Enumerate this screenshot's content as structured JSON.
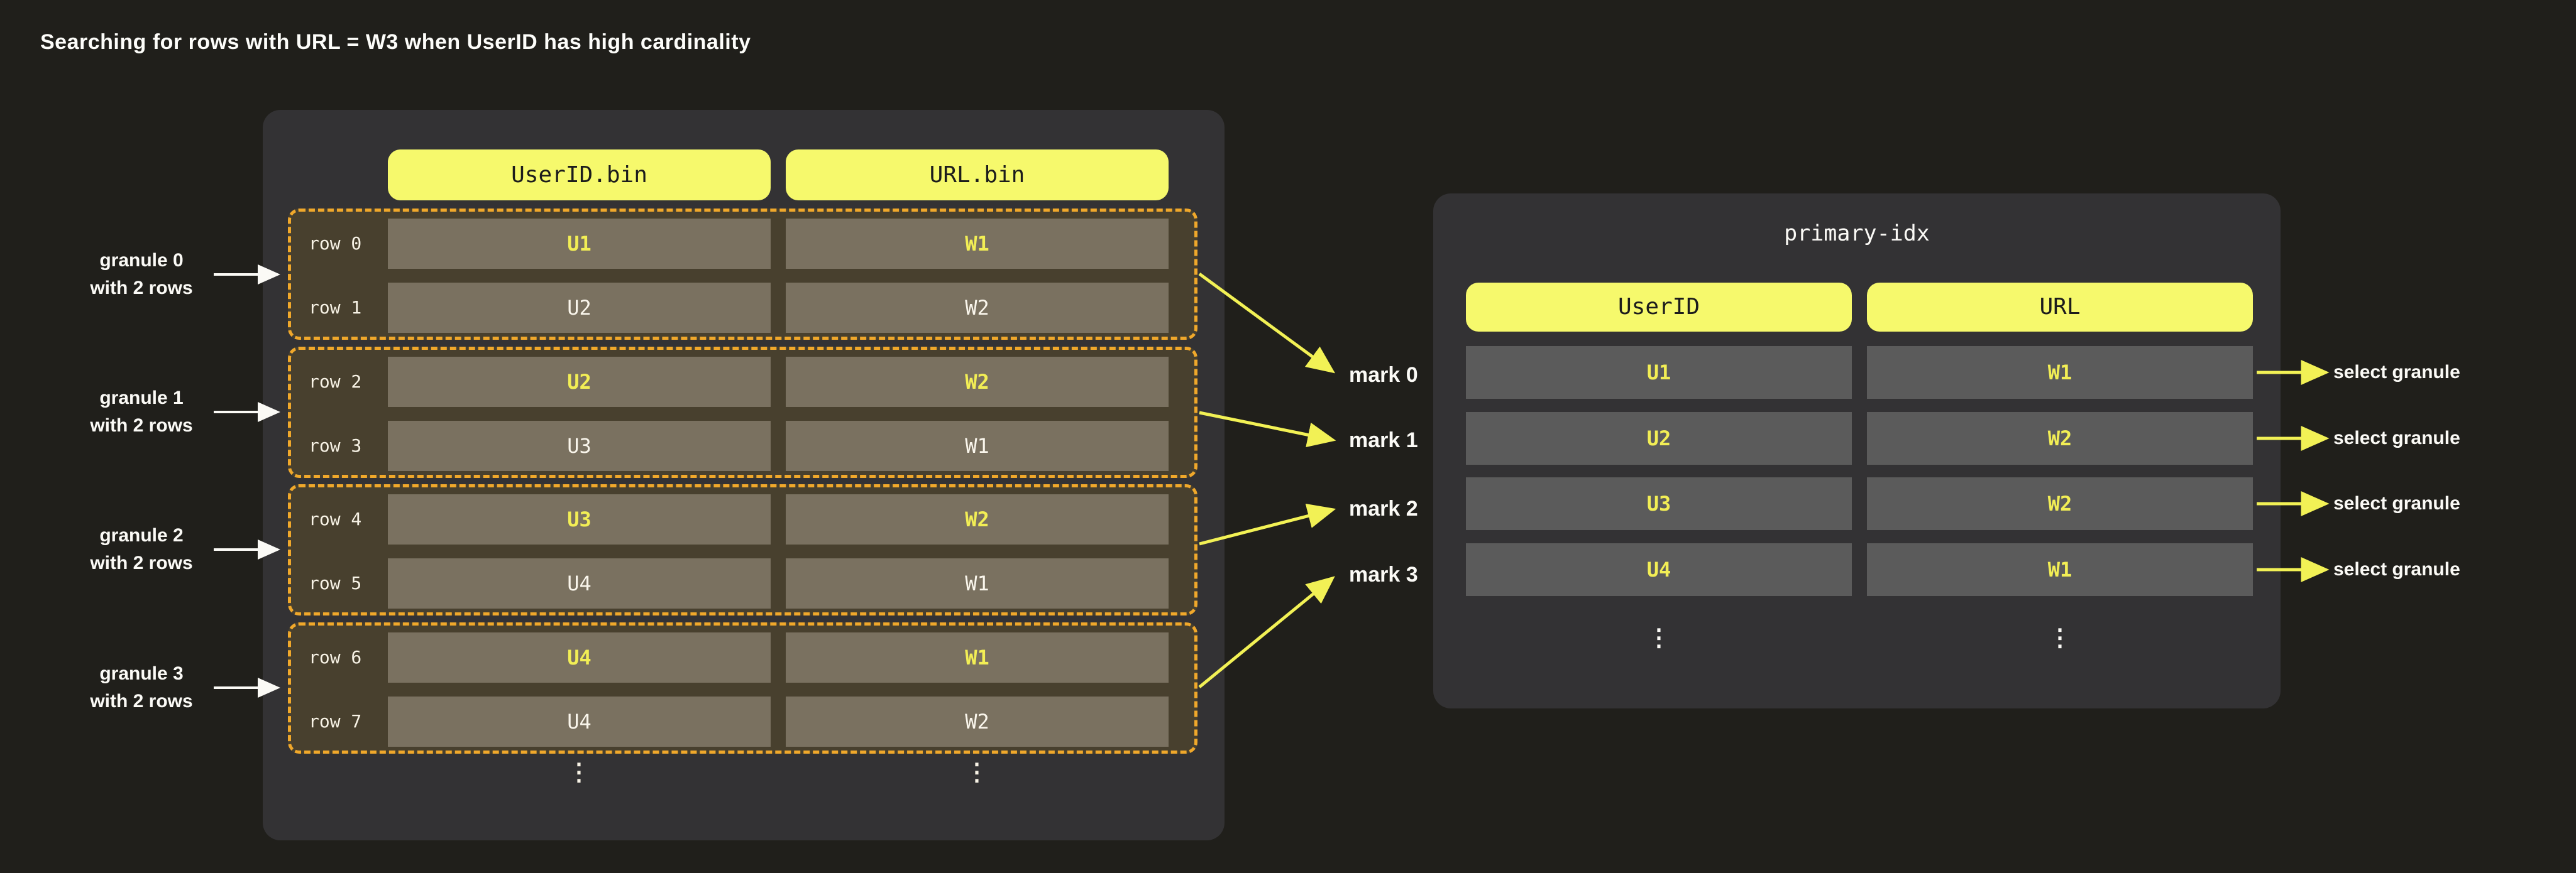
{
  "title": "Searching for rows with URL = W3 when UserID has high cardinality",
  "colors": {
    "background": "#201F1B",
    "panel": "#333234",
    "header_pill": "#F6F96C",
    "granule_fill": "#48402E",
    "granule_border": "#F0A82B",
    "bin_cell": "#7A7160",
    "idx_cell": "#5B5B5B",
    "highlight_text": "#F2EE55",
    "arrow_yellow": "#F2F155",
    "arrow_white": "#FBFAF6"
  },
  "bin_table": {
    "columns": [
      "UserID.bin",
      "URL.bin"
    ],
    "ellipsis": "⋮",
    "granules": [
      {
        "label_line1": "granule 0",
        "label_line2": "with 2 rows",
        "mark": "mark 0",
        "rows": [
          {
            "label": "row 0",
            "userid": "U1",
            "url": "W1"
          },
          {
            "label": "row 1",
            "userid": "U2",
            "url": "W2"
          }
        ]
      },
      {
        "label_line1": "granule 1",
        "label_line2": "with 2 rows",
        "mark": "mark 1",
        "rows": [
          {
            "label": "row 2",
            "userid": "U2",
            "url": "W2"
          },
          {
            "label": "row 3",
            "userid": "U3",
            "url": "W1"
          }
        ]
      },
      {
        "label_line1": "granule 2",
        "label_line2": "with 2 rows",
        "mark": "mark 2",
        "rows": [
          {
            "label": "row 4",
            "userid": "U3",
            "url": "W2"
          },
          {
            "label": "row 5",
            "userid": "U4",
            "url": "W1"
          }
        ]
      },
      {
        "label_line1": "granule 3",
        "label_line2": "with 2 rows",
        "mark": "mark 3",
        "rows": [
          {
            "label": "row 6",
            "userid": "U4",
            "url": "W1"
          },
          {
            "label": "row 7",
            "userid": "U4",
            "url": "W2"
          }
        ]
      }
    ]
  },
  "primary_index": {
    "title": "primary-idx",
    "columns": [
      "UserID",
      "URL"
    ],
    "ellipsis": "⋮",
    "action_label": "select granule",
    "rows": [
      {
        "userid": "U1",
        "url": "W1"
      },
      {
        "userid": "U2",
        "url": "W2"
      },
      {
        "userid": "U3",
        "url": "W2"
      },
      {
        "userid": "U4",
        "url": "W1"
      }
    ]
  }
}
